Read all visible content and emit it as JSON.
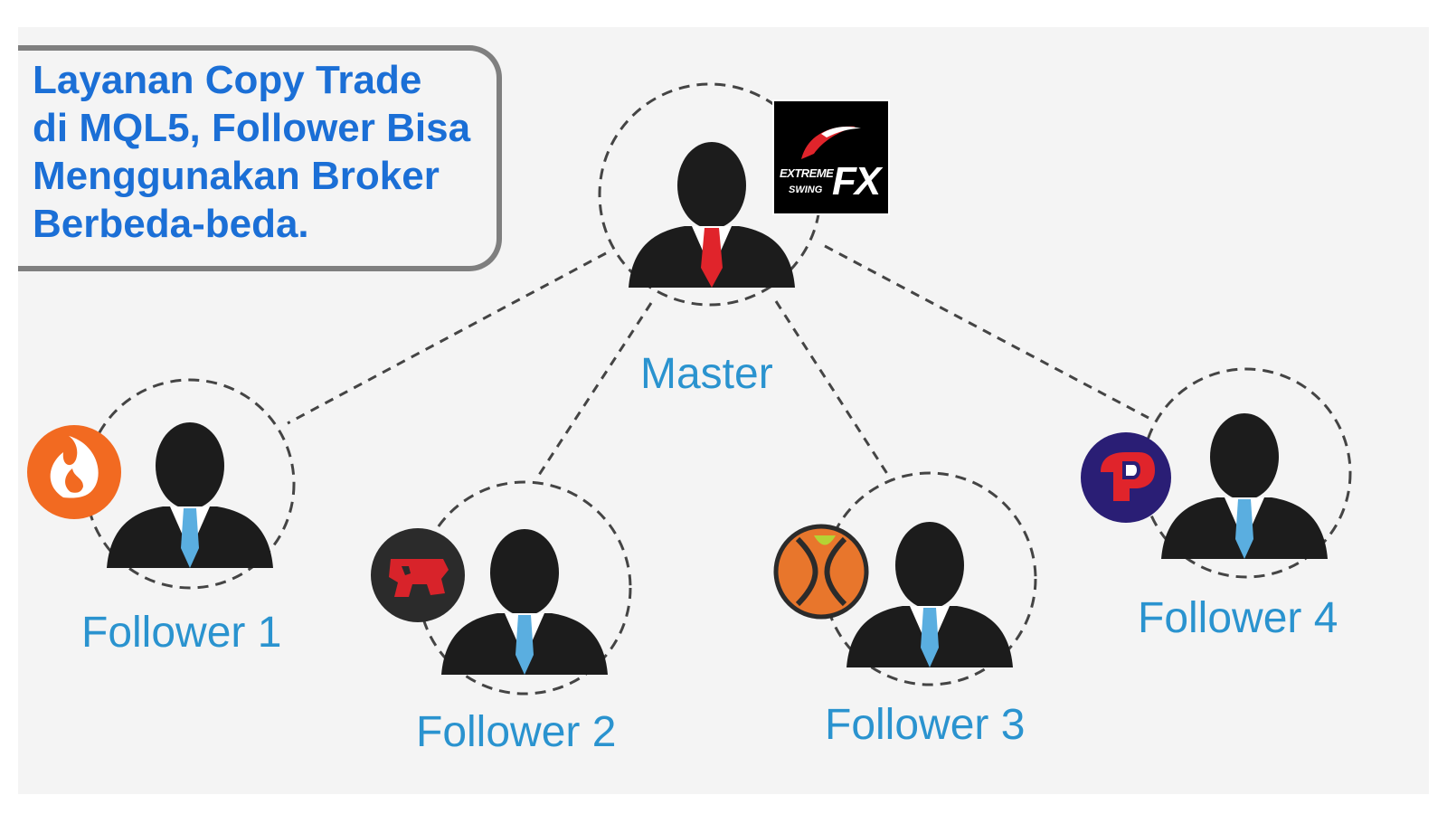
{
  "callout": {
    "lines": [
      "Layanan Copy Trade",
      "di MQL5, Follower Bisa",
      "Menggunakan Broker",
      "Berbeda-beda."
    ]
  },
  "master": {
    "label": "Master",
    "tie_color": "#e0242b",
    "logo": {
      "line1": "EXTREME",
      "line2": "SWING",
      "fx": "FX",
      "accent": "#e0242b"
    }
  },
  "followers": [
    {
      "label": "Follower 1",
      "tie_color": "#5aaee0",
      "broker_icon": "flame-logo-icon",
      "broker_color": "#f26a21"
    },
    {
      "label": "Follower 2",
      "tie_color": "#5aaee0",
      "broker_icon": "bull-logo-icon",
      "broker_color": "#2b2b2b"
    },
    {
      "label": "Follower 3",
      "tie_color": "#5aaee0",
      "broker_icon": "x-logo-icon",
      "broker_color": "#e8762c"
    },
    {
      "label": "Follower 4",
      "tie_color": "#5aaee0",
      "broker_icon": "p-logo-icon",
      "broker_color": "#2a1e75"
    }
  ],
  "colors": {
    "label_text": "#2a93cf",
    "callout_text": "#1b6fd6",
    "callout_border": "#7f7f7f",
    "connector": "#444444",
    "person": "#1c1c1c"
  }
}
